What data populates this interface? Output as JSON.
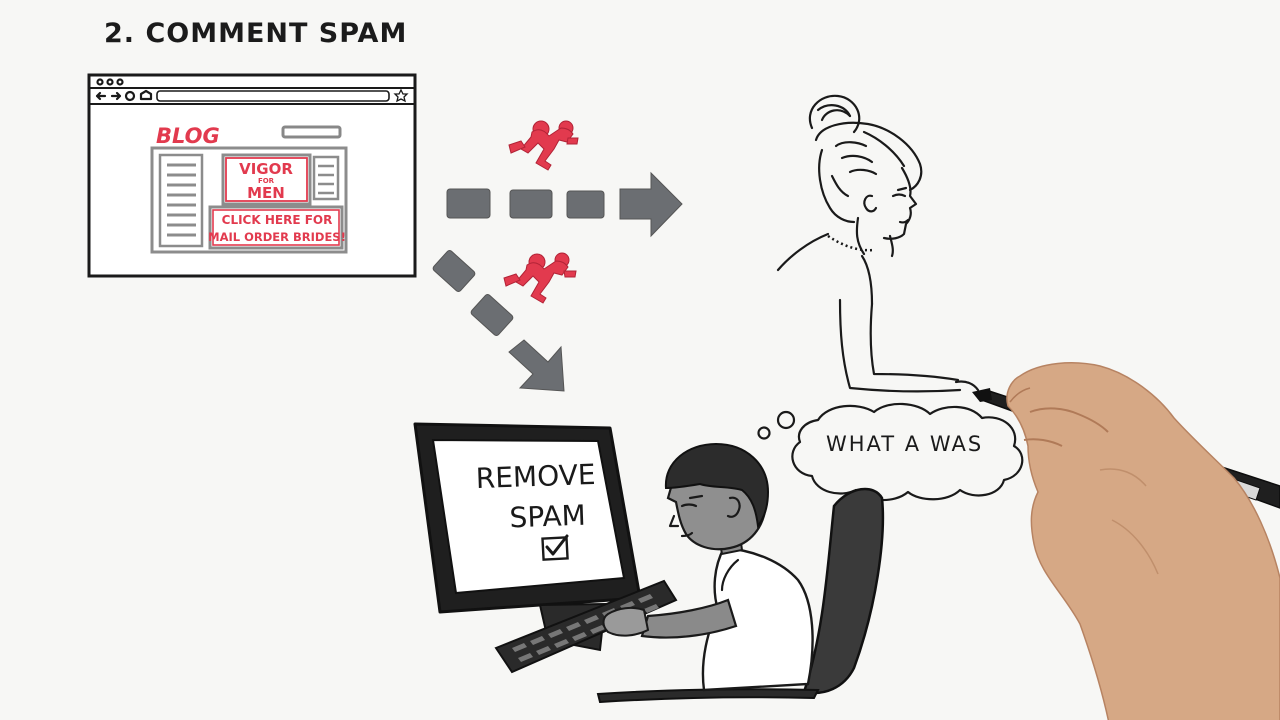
{
  "heading": "2. COMMENT SPAM",
  "browser": {
    "blog_label": "BLOG",
    "ad_vigor": "VIGOR",
    "ad_for": "FOR",
    "ad_men": "MEN",
    "ad_click_line1": "CLICK HERE FOR",
    "ad_click_line2": "MAIL ORDER BRIDES!"
  },
  "monitor": {
    "line1": "REMOVE",
    "line2": "SPAM"
  },
  "thought_bubble": "WHAT A WAS",
  "colors": {
    "accent_red": "#e23a4e",
    "arrow_gray": "#6b6e72",
    "ink": "#1a1a1a",
    "background": "#f7f7f5"
  }
}
